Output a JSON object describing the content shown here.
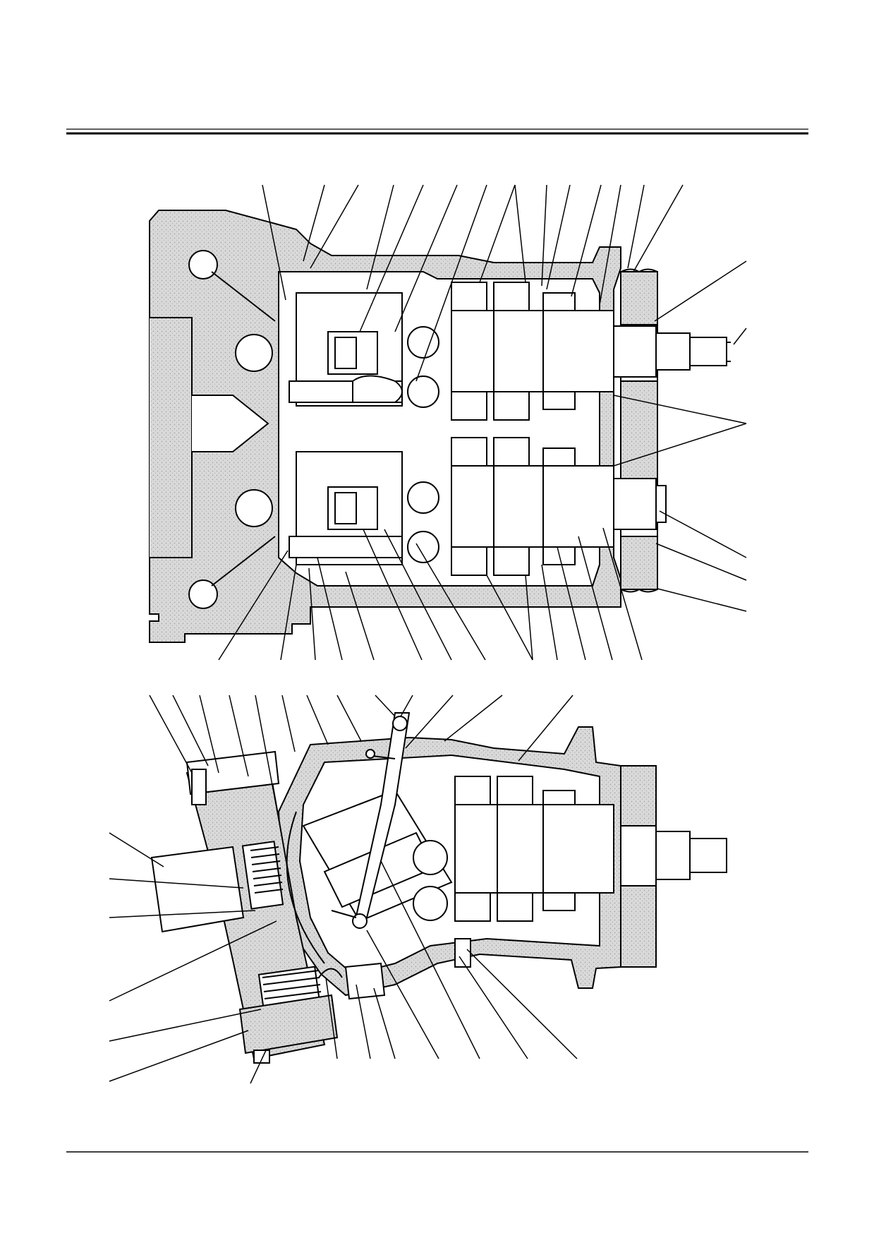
{
  "document": {
    "header_text": "",
    "footer_text": ""
  },
  "figures": [
    {
      "id": "upper-sectional-view",
      "view": "twin-cylinder-block-section"
    },
    {
      "id": "lower-sectional-view",
      "view": "swash-plate-section"
    }
  ],
  "colors": {
    "line": "#000000",
    "casting_fill": "#d6d6d6",
    "body_fill": "#ffffff",
    "paper": "#ffffff"
  }
}
